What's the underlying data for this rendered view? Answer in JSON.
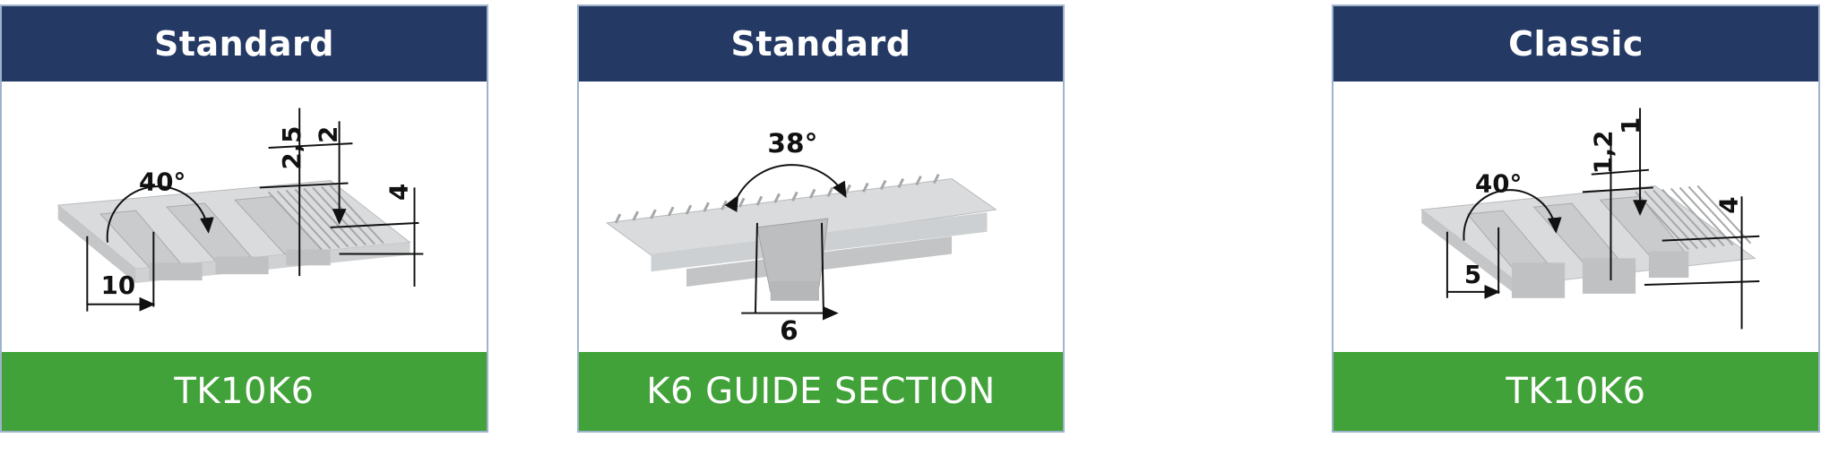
{
  "cards": [
    {
      "header": "Standard",
      "footer": "TK10K6",
      "dimensions": {
        "angle": "40°",
        "tooth_height": "2,5",
        "height": "2",
        "thickness": "4",
        "pitch": "10"
      }
    },
    {
      "header": "Standard",
      "footer": "K6 GUIDE SECTION",
      "dimensions": {
        "angle": "38°",
        "width": "6"
      }
    },
    {
      "header": "Classic",
      "footer": "TK10K6",
      "dimensions": {
        "angle": "40°",
        "tooth_height": "1,2",
        "height": "1",
        "thickness": "4",
        "pitch": "5"
      }
    }
  ],
  "colors": {
    "header_bg": "#243a64",
    "footer_bg": "#42a23a",
    "border": "#9fb4cc",
    "belt": "#d4d6d8"
  }
}
